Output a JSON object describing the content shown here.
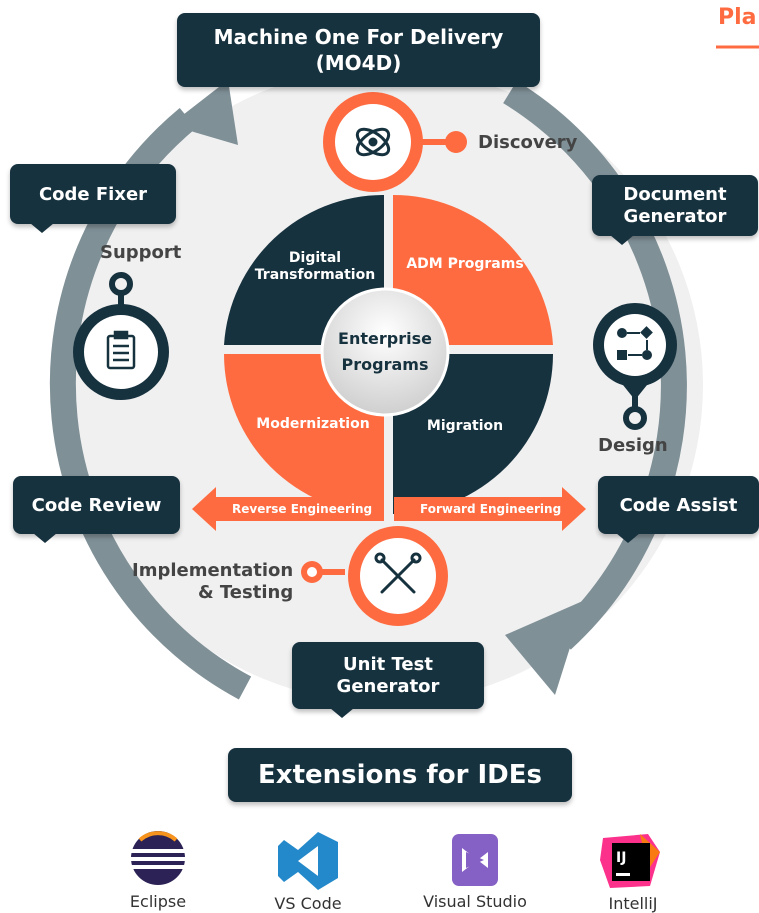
{
  "corner_text": "Pla",
  "title_box": {
    "line1": "Machine One For Delivery",
    "line2": "(MO4D)"
  },
  "tools": {
    "code_fixer": "Code Fixer",
    "document_generator_line1": "Document",
    "document_generator_line2": "Generator",
    "code_review": "Code Review",
    "code_assist": "Code Assist",
    "unit_test_line1": "Unit Test",
    "unit_test_line2": "Generator"
  },
  "phases": {
    "discovery": "Discovery",
    "support": "Support",
    "design": "Design",
    "implementation_line1": "Implementation",
    "implementation_line2": "& Testing"
  },
  "quadrants": {
    "digital_line1": "Digital",
    "digital_line2": "Transformation",
    "adm": "ADM Programs",
    "modernization": "Modernization",
    "migration": "Migration"
  },
  "center": {
    "line1": "Enterprise",
    "line2": "Programs"
  },
  "arrows": {
    "reverse": "Reverse Engineering",
    "forward": "Forward Engineering"
  },
  "extensions_title": "Extensions for IDEs",
  "ides": [
    "Eclipse",
    "VS Code",
    "Visual Studio",
    "IntelliJ"
  ],
  "ide_icons": {
    "intellij_badge": "IJ"
  },
  "colors": {
    "navy": "#17323f",
    "orange": "#ff6b40",
    "gray": "#7f9097"
  }
}
